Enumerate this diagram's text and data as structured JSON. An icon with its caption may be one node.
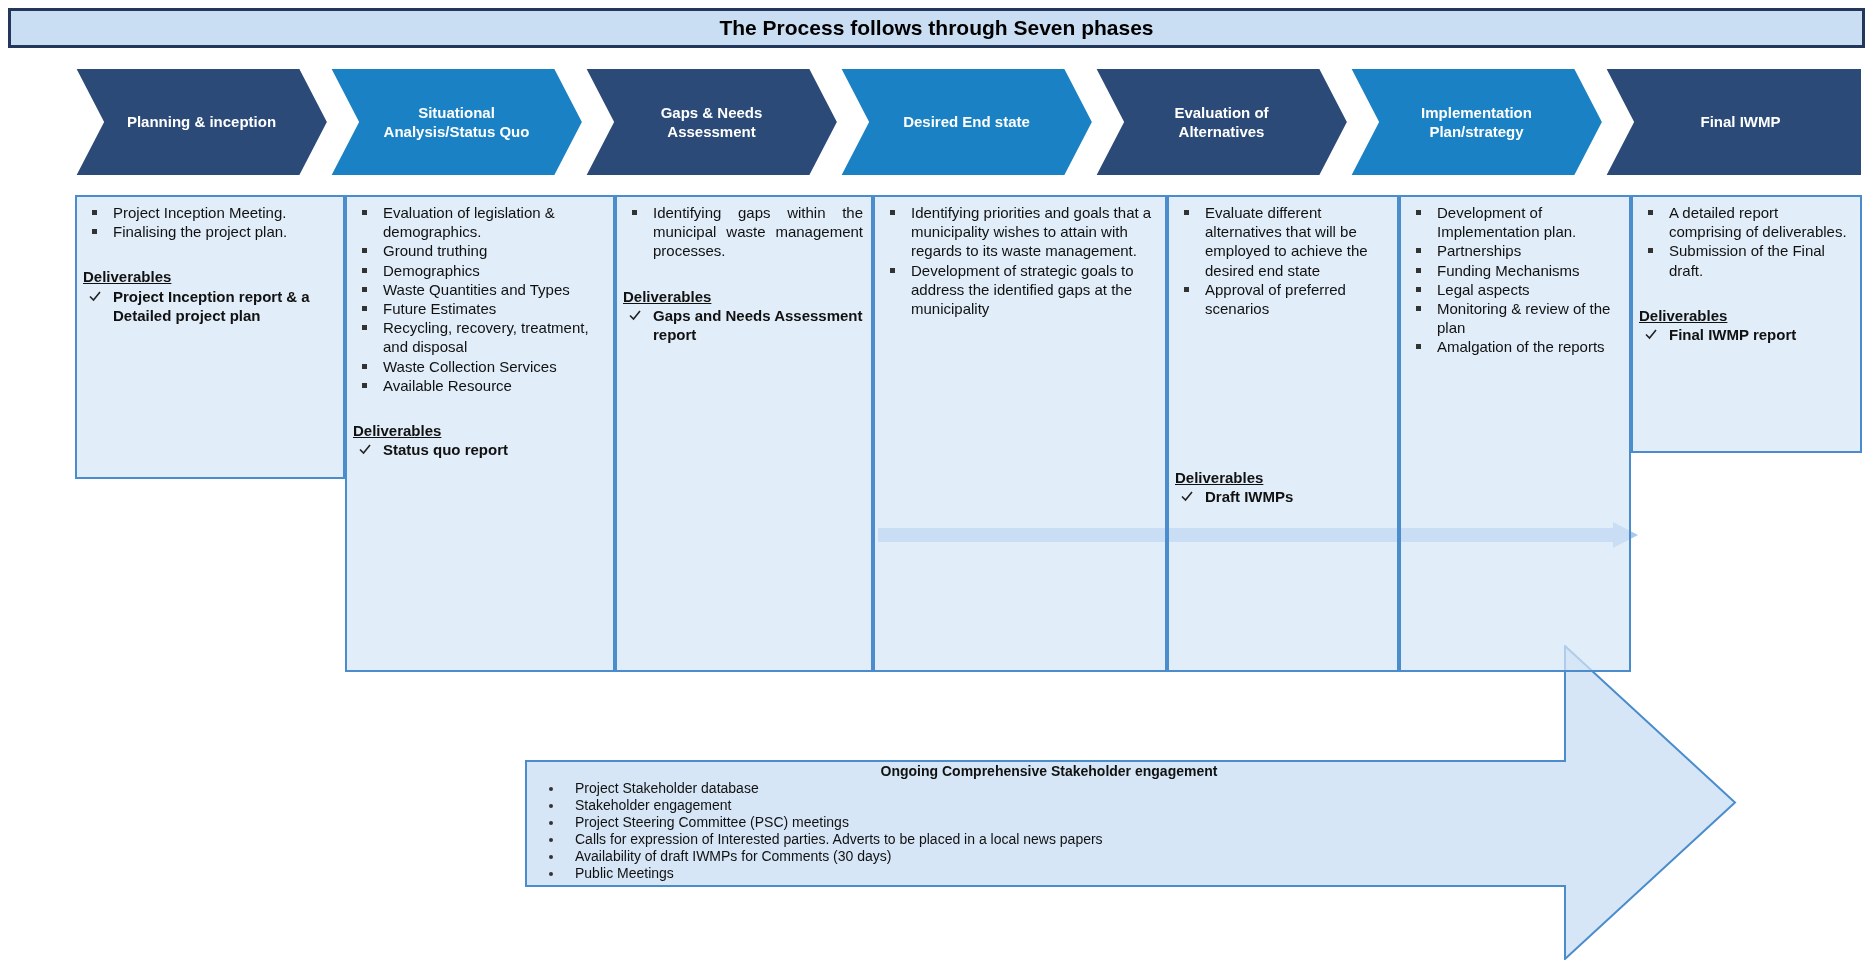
{
  "diagram": {
    "nodes": [
      {
        "text": [
          "The Process follows through Seven phases"
        ]
      },
      {
        "text": [
          "Planning & inception"
        ]
      },
      {
        "text": [
          "Situational Analysis/Status Quo"
        ]
      },
      {
        "text": [
          "Gaps & Needs Assessment"
        ]
      },
      {
        "text": [
          "Desired End state"
        ]
      },
      {
        "text": [
          "Evaluation of Alternatives"
        ]
      },
      {
        "text": [
          "Implementation Plan/strategy"
        ]
      },
      {
        "text": [
          "Final IWMP"
        ]
      },
      {
        "text": [
          "Project Inception Meeting.",
          "Finalising the project plan.",
          "Deliverables",
          "Project Inception report & a Detailed project plan"
        ]
      },
      {
        "text": [
          "Evaluation of legislation & demographics.",
          "Ground truthing",
          "Demographics",
          "Waste Quantities and Types",
          "Future Estimates",
          "Recycling, recovery, treatment, and disposal",
          "Waste Collection Services",
          "Available Resource",
          "Deliverables",
          "Status quo report"
        ]
      },
      {
        "text": [
          "Identifying gaps within the municipal waste management processes.",
          "Deliverables",
          "Gaps and Needs Assessment report"
        ]
      },
      {
        "text": [
          "Identifying priorities and goals that a municipality wishes to attain with regards to its waste management.",
          "Development of strategic goals to address the identified gaps at the municipality"
        ]
      },
      {
        "text": [
          "Evaluate different alternatives that will be employed to achieve the desired end state",
          "Approval of preferred scenarios",
          "Deliverables",
          "Draft IWMPs"
        ]
      },
      {
        "text": [
          "Development of Implementation plan.",
          "Partnerships",
          "Funding Mechanisms",
          "Legal aspects",
          "Monitoring & review of the plan",
          "Amalgation of the reports"
        ]
      },
      {
        "text": [
          "A detailed report comprising of deliverables.",
          "Submission of the Final draft.",
          "Deliverables",
          "Final IWMP report"
        ]
      },
      {
        "text": [
          "Ongoing Comprehensive Stakeholder engagement",
          "Project Stakeholder database",
          "Stakeholder engagement",
          "Project Steering Committee (PSC) meetings",
          "Calls for expression of Interested parties. Adverts to be placed in a local news papers",
          "Availability of draft IWMPs for Comments (30 days)",
          "Public Meetings"
        ]
      }
    ]
  }
}
